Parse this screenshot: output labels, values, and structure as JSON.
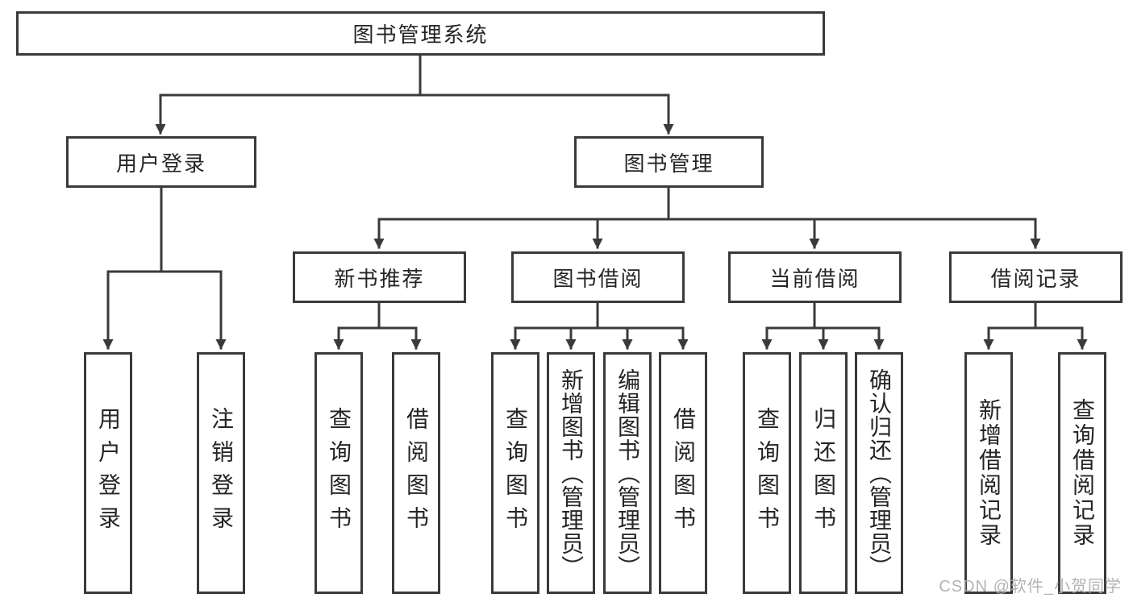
{
  "diagram": {
    "nodes": {
      "root": {
        "label": "图书管理系统"
      },
      "user_login": {
        "label": "用户登录"
      },
      "book_management": {
        "label": "图书管理"
      },
      "new_book_recommend": {
        "label": "新书推荐"
      },
      "book_borrowing": {
        "label": "图书借阅"
      },
      "current_borrowing": {
        "label": "当前借阅"
      },
      "borrow_records": {
        "label": "借阅记录"
      },
      "user_login_leaf": {
        "label": "用户登录"
      },
      "logout_leaf": {
        "label": "注销登录"
      },
      "recommend_query_books": {
        "label": "查询图书"
      },
      "recommend_borrow_books": {
        "label": "借阅图书"
      },
      "borrowing_query_books": {
        "label": "查询图书"
      },
      "borrowing_add_books": {
        "label": "新增图书（管理员）"
      },
      "borrowing_edit_books": {
        "label": "编辑图书（管理员）"
      },
      "borrowing_borrow_books": {
        "label": "借阅图书"
      },
      "current_query_books": {
        "label": "查询图书"
      },
      "current_return_books": {
        "label": "归还图书"
      },
      "current_confirm_return": {
        "label": "确认归还（管理员）"
      },
      "records_add_record": {
        "label": "新增借阅记录"
      },
      "records_query_record": {
        "label": "查询借阅记录"
      }
    },
    "edges": [
      [
        "root",
        "user_login"
      ],
      [
        "root",
        "book_management"
      ],
      [
        "user_login",
        "user_login_leaf"
      ],
      [
        "user_login",
        "logout_leaf"
      ],
      [
        "book_management",
        "new_book_recommend"
      ],
      [
        "book_management",
        "book_borrowing"
      ],
      [
        "book_management",
        "current_borrowing"
      ],
      [
        "book_management",
        "borrow_records"
      ],
      [
        "new_book_recommend",
        "recommend_query_books"
      ],
      [
        "new_book_recommend",
        "recommend_borrow_books"
      ],
      [
        "book_borrowing",
        "borrowing_query_books"
      ],
      [
        "book_borrowing",
        "borrowing_add_books"
      ],
      [
        "book_borrowing",
        "borrowing_edit_books"
      ],
      [
        "book_borrowing",
        "borrowing_borrow_books"
      ],
      [
        "current_borrowing",
        "current_query_books"
      ],
      [
        "current_borrowing",
        "current_return_books"
      ],
      [
        "current_borrowing",
        "current_confirm_return"
      ],
      [
        "borrow_records",
        "records_add_record"
      ],
      [
        "borrow_records",
        "records_query_record"
      ]
    ]
  },
  "watermark": {
    "text": "CSDN @软件_小贺同学"
  },
  "colors": {
    "line": "#3a3a3a",
    "box_border": "#3a3a3a",
    "text": "#252525",
    "watermark": "#acacac",
    "background": "#ffffff"
  }
}
